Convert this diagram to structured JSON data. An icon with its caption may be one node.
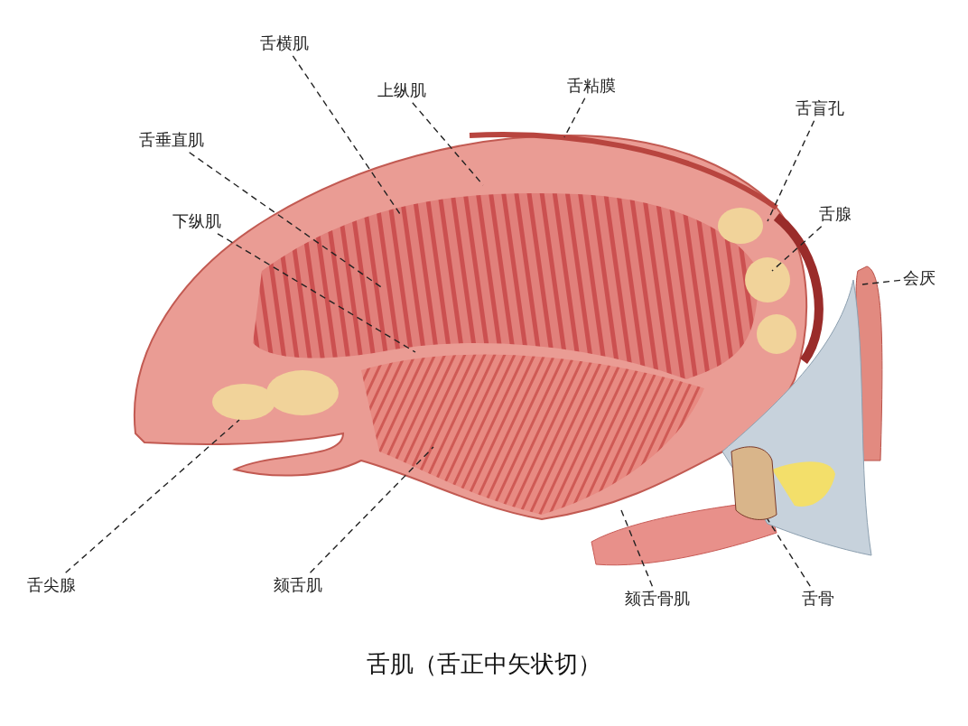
{
  "diagram": {
    "caption": "舌肌（舌正中矢状切）",
    "nodes": [
      {
        "text": [
          "舌横肌"
        ]
      },
      {
        "text": [
          "上纵肌"
        ]
      },
      {
        "text": [
          "舌粘膜"
        ]
      },
      {
        "text": [
          "舌盲孔"
        ]
      },
      {
        "text": [
          "舌垂直肌"
        ]
      },
      {
        "text": [
          "舌腺"
        ]
      },
      {
        "text": [
          "下纵肌"
        ]
      },
      {
        "text": [
          "会厌"
        ]
      },
      {
        "text": [
          "舌尖腺"
        ]
      },
      {
        "text": [
          "颏舌肌"
        ]
      },
      {
        "text": [
          "颏舌骨肌"
        ]
      },
      {
        "text": [
          "舌骨"
        ]
      }
    ],
    "edges": [
      {
        "from": 0,
        "to": null,
        "arrow": "none",
        "style": "dashed"
      },
      {
        "from": 1,
        "to": null,
        "arrow": "none",
        "style": "dashed"
      },
      {
        "from": 2,
        "to": null,
        "arrow": "none",
        "style": "dashed"
      },
      {
        "from": 3,
        "to": null,
        "arrow": "none",
        "style": "dashed"
      },
      {
        "from": 4,
        "to": null,
        "arrow": "none",
        "style": "dashed"
      },
      {
        "from": 5,
        "to": null,
        "arrow": "none",
        "style": "dashed"
      },
      {
        "from": 6,
        "to": null,
        "arrow": "none",
        "style": "dashed"
      },
      {
        "from": 7,
        "to": null,
        "arrow": "none",
        "style": "dashed"
      },
      {
        "from": 8,
        "to": null,
        "arrow": "none",
        "style": "dashed"
      },
      {
        "from": 9,
        "to": null,
        "arrow": "none",
        "style": "dashed"
      },
      {
        "from": 10,
        "to": null,
        "arrow": "none",
        "style": "dashed"
      },
      {
        "from": 11,
        "to": null,
        "arrow": "none",
        "style": "dashed"
      }
    ]
  }
}
